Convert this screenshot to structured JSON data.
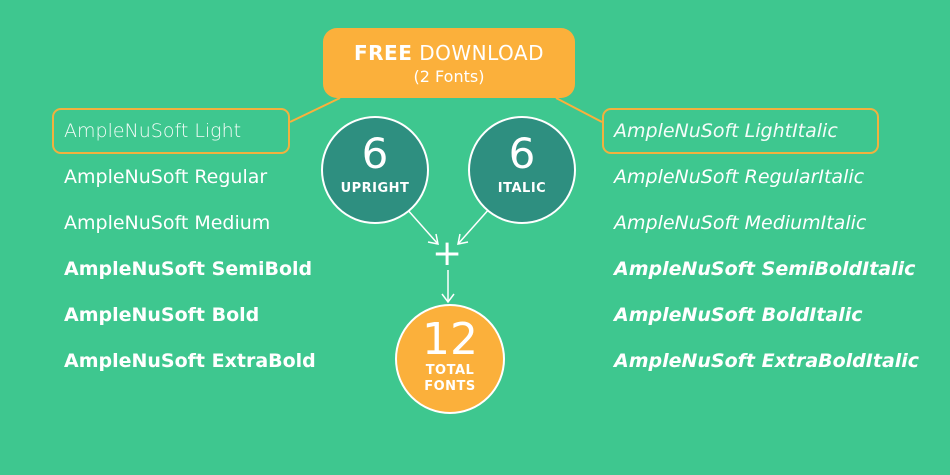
{
  "free_download": {
    "title_bold": "FREE",
    "title_rest": " DOWNLOAD",
    "subtitle": "(2 Fonts)"
  },
  "upright_fonts": [
    "AmpleNuSoft Light",
    "AmpleNuSoft Regular",
    "AmpleNuSoft Medium",
    "AmpleNuSoft SemiBold",
    "AmpleNuSoft Bold",
    "AmpleNuSoft ExtraBold"
  ],
  "italic_fonts": [
    "AmpleNuSoft LightItalic",
    "AmpleNuSoft RegularItalic",
    "AmpleNuSoft MediumItalic",
    "AmpleNuSoft SemiBoldItalic",
    "AmpleNuSoft BoldItalic",
    "AmpleNuSoft ExtraBoldItalic"
  ],
  "upright_circle": {
    "count": "6",
    "label": "UPRIGHT"
  },
  "italic_circle": {
    "count": "6",
    "label": "ITALIC"
  },
  "plus_sign": "+",
  "total_circle": {
    "count": "12",
    "label_line1": "TOTAL",
    "label_line2": "FONTS"
  },
  "colors": {
    "background": "#3ec78f",
    "accent_orange": "#fbb03b",
    "circle_teal": "#2e8f80",
    "text": "#ffffff"
  }
}
